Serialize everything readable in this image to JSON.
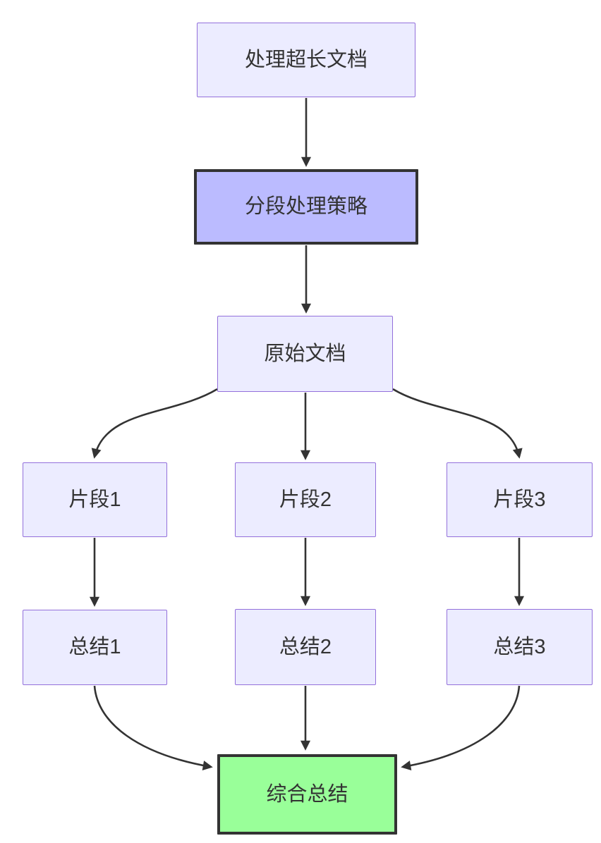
{
  "diagram": {
    "type": "flowchart",
    "direction": "top-down",
    "nodes": [
      {
        "id": "A",
        "label": "处理超长文档",
        "style": "default"
      },
      {
        "id": "B",
        "label": "分段处理策略",
        "style": "emphasis-purple"
      },
      {
        "id": "C",
        "label": "原始文档",
        "style": "default"
      },
      {
        "id": "D",
        "label": "片段1",
        "style": "default"
      },
      {
        "id": "E",
        "label": "片段2",
        "style": "default"
      },
      {
        "id": "F",
        "label": "片段3",
        "style": "default"
      },
      {
        "id": "G",
        "label": "总结1",
        "style": "default"
      },
      {
        "id": "H",
        "label": "总结2",
        "style": "default"
      },
      {
        "id": "I",
        "label": "总结3",
        "style": "default"
      },
      {
        "id": "J",
        "label": "综合总结",
        "style": "emphasis-green"
      }
    ],
    "edges": [
      {
        "from": "处理超长文档",
        "to": "分段处理策略"
      },
      {
        "from": "分段处理策略",
        "to": "原始文档"
      },
      {
        "from": "原始文档",
        "to": "片段1"
      },
      {
        "from": "原始文档",
        "to": "片段2"
      },
      {
        "from": "原始文档",
        "to": "片段3"
      },
      {
        "from": "片段1",
        "to": "总结1"
      },
      {
        "from": "片段2",
        "to": "总结2"
      },
      {
        "from": "片段3",
        "to": "总结3"
      },
      {
        "from": "总结1",
        "to": "综合总结"
      },
      {
        "from": "总结2",
        "to": "综合总结"
      },
      {
        "from": "总结3",
        "to": "综合总结"
      }
    ],
    "colors": {
      "background": "#FFFFFF",
      "node_fill": "#ECECFF",
      "node_border": "#9370DB",
      "emphasis_purple_fill": "#BBBBFF",
      "emphasis_green_fill": "#99FF99",
      "emphasis_border": "#333333",
      "edge_color": "#333333",
      "text_color": "#333333"
    }
  }
}
